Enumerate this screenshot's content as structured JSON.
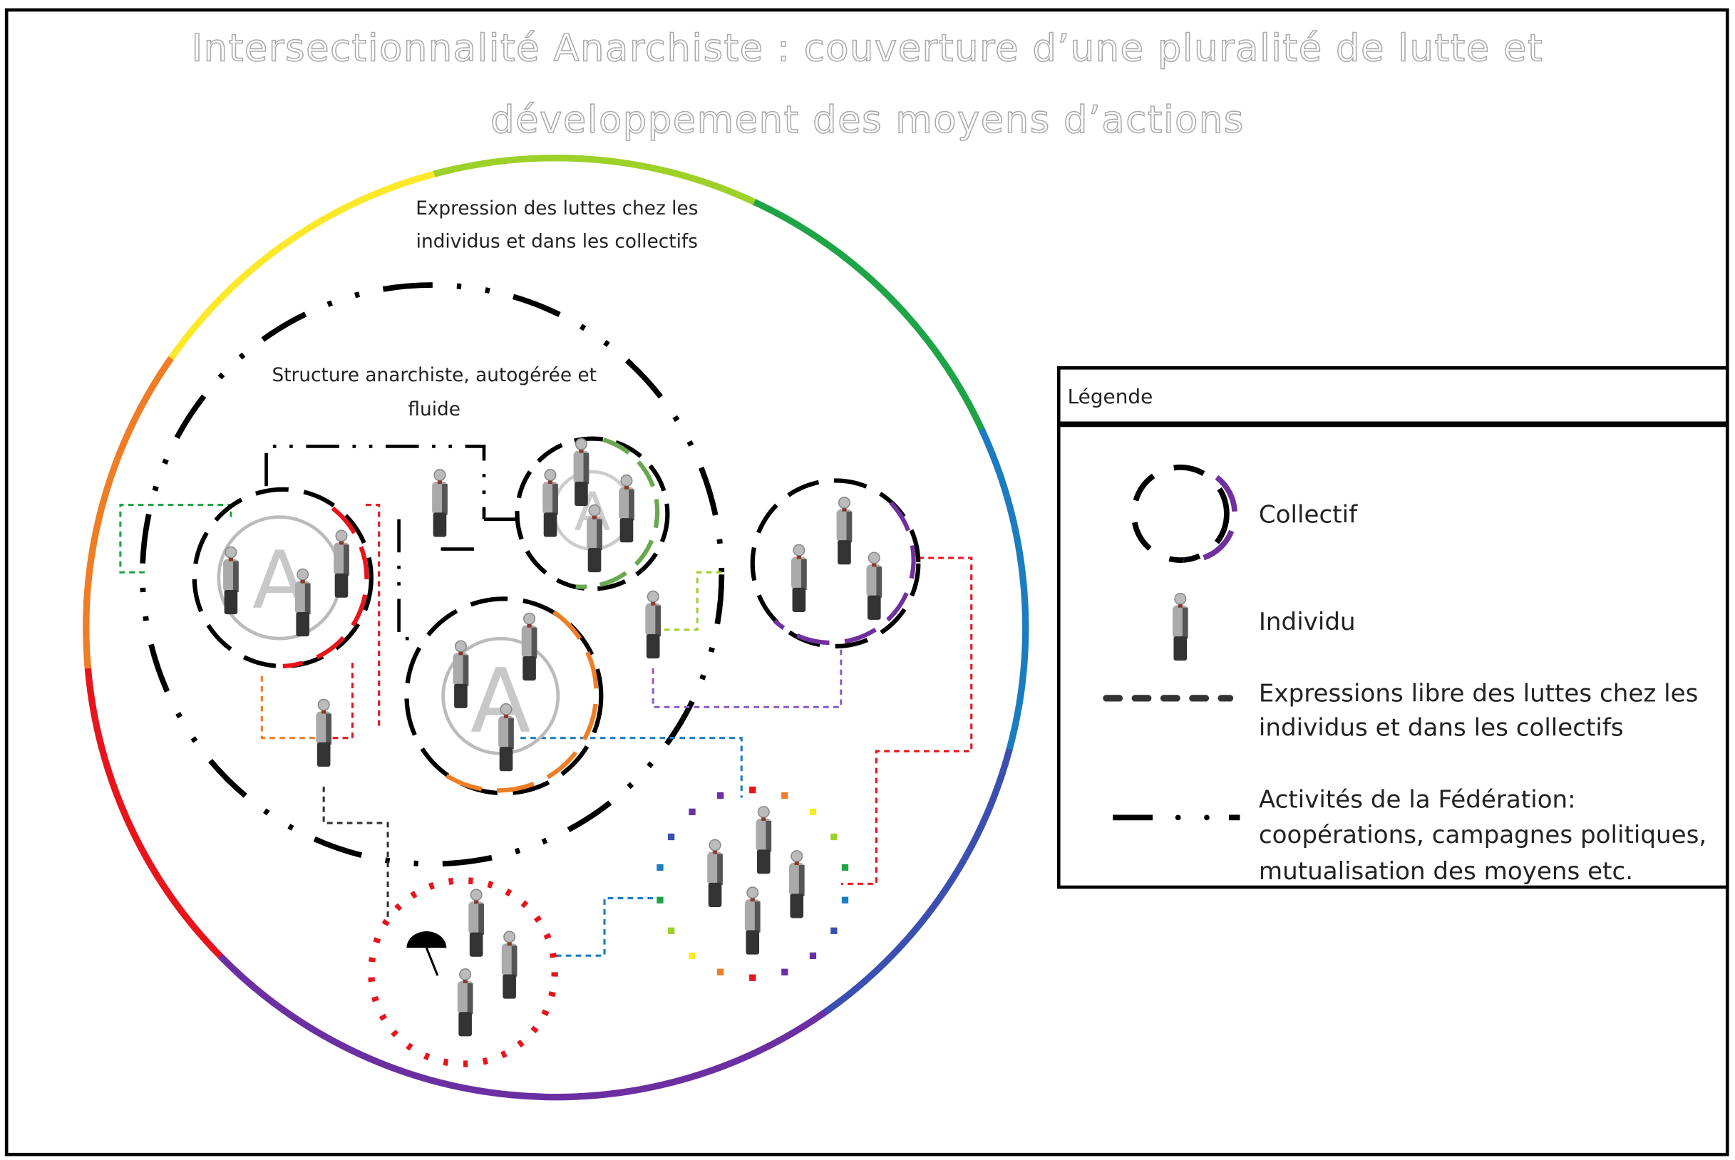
{
  "title": {
    "line1": "Intersectionnalité Anarchiste : couverture d’une pluralité de lutte et",
    "line2": "développement des moyens d’actions"
  },
  "diagram": {
    "outer_label_line1": "Expression des luttes chez les",
    "outer_label_line2": "individus et dans les collectifs",
    "structure_label_line1": "Structure anarchiste, autogérée et",
    "structure_label_line2": "fluide",
    "anarchy_symbol": "A",
    "rainbow_colors": [
      "#e8141b",
      "#ef7d25",
      "#fde82a",
      "#9dd12a",
      "#1ea446",
      "#1b7cc1",
      "#3b4fb0",
      "#6b2fa2",
      "#6b2fa2"
    ]
  },
  "legend": {
    "title": "Légende",
    "items": [
      {
        "icon": "collective-circle-icon",
        "label": "Collectif"
      },
      {
        "icon": "person-icon",
        "label": "Individu"
      },
      {
        "icon": "dashed-line-icon",
        "label_line1": "Expressions libre des luttes chez les",
        "label_line2": "individus et dans les collectifs"
      },
      {
        "icon": "dash-dot-line-icon",
        "label_line1": "Activités de la Fédération:",
        "label_line2": "coopérations, campagnes politiques,",
        "label_line3": "mutualisation des moyens etc."
      }
    ]
  }
}
